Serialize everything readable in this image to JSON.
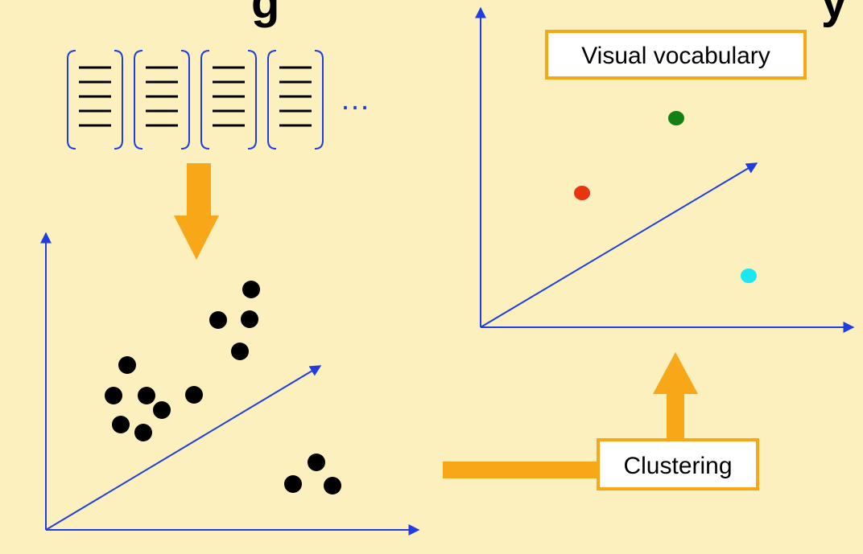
{
  "title_fragment_left": "g",
  "title_fragment_right": "y",
  "feature_vectors": {
    "count": 4,
    "lines_per_vector": 5,
    "ellipsis": "…"
  },
  "vocabulary_label": "Visual vocabulary",
  "clustering_label": "Clustering",
  "cluster_colors": [
    "#E8340F",
    "#128012",
    "#1CE6F2"
  ],
  "colors": {
    "background": "#FBF0BE",
    "axis": "#1F3DE0",
    "arrow": "#F7A718",
    "box_border": "#F7A718",
    "points": "#000000"
  }
}
